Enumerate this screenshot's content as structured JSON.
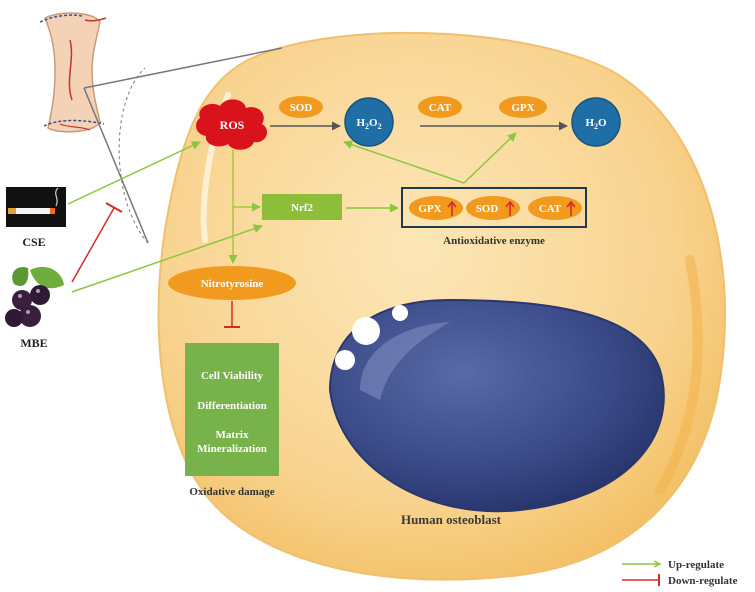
{
  "nodes": {
    "ros": "ROS",
    "sod": "SOD",
    "h2o2_main": "H",
    "h2o2_sub1": "2",
    "h2o2_mid": "O",
    "h2o2_sub2": "2",
    "cat": "CAT",
    "gpx": "GPX",
    "h2o_main": "H",
    "h2o_sub": "2",
    "h2o_end": "O",
    "nrf2": "Nrf2",
    "nitrotyrosine": "Nitrotyrosine",
    "enzyme_gpx": "GPX",
    "enzyme_sod": "SOD",
    "enzyme_cat": "CAT",
    "cse": "CSE",
    "mbe": "MBE"
  },
  "labels": {
    "antioxidative": "Antioxidative enzyme",
    "oxidative_damage": "Oxidative damage",
    "cell_name": "Human osteoblast"
  },
  "outcomes": {
    "line1": "Cell Viability",
    "line2": "Differentiation",
    "line3a": "Matrix",
    "line3b": "Mineralization"
  },
  "legend": {
    "up": "Up-regulate",
    "down": "Down-regulate"
  },
  "colors": {
    "cell_fill": "#f8d79b",
    "cell_edge": "#f0c070",
    "nucleus": "#3b4b86",
    "ros": "#d9121c",
    "enzyme_orange": "#f29a1e",
    "h2o2_blue": "#1f6fa6",
    "nrf2_green": "#8cbe3a",
    "outcome_green": "#78b24a",
    "up_arrow": "#8cc63f",
    "down_arrow": "#d62a2a",
    "enzyme_box_border": "#1d3a4f"
  }
}
